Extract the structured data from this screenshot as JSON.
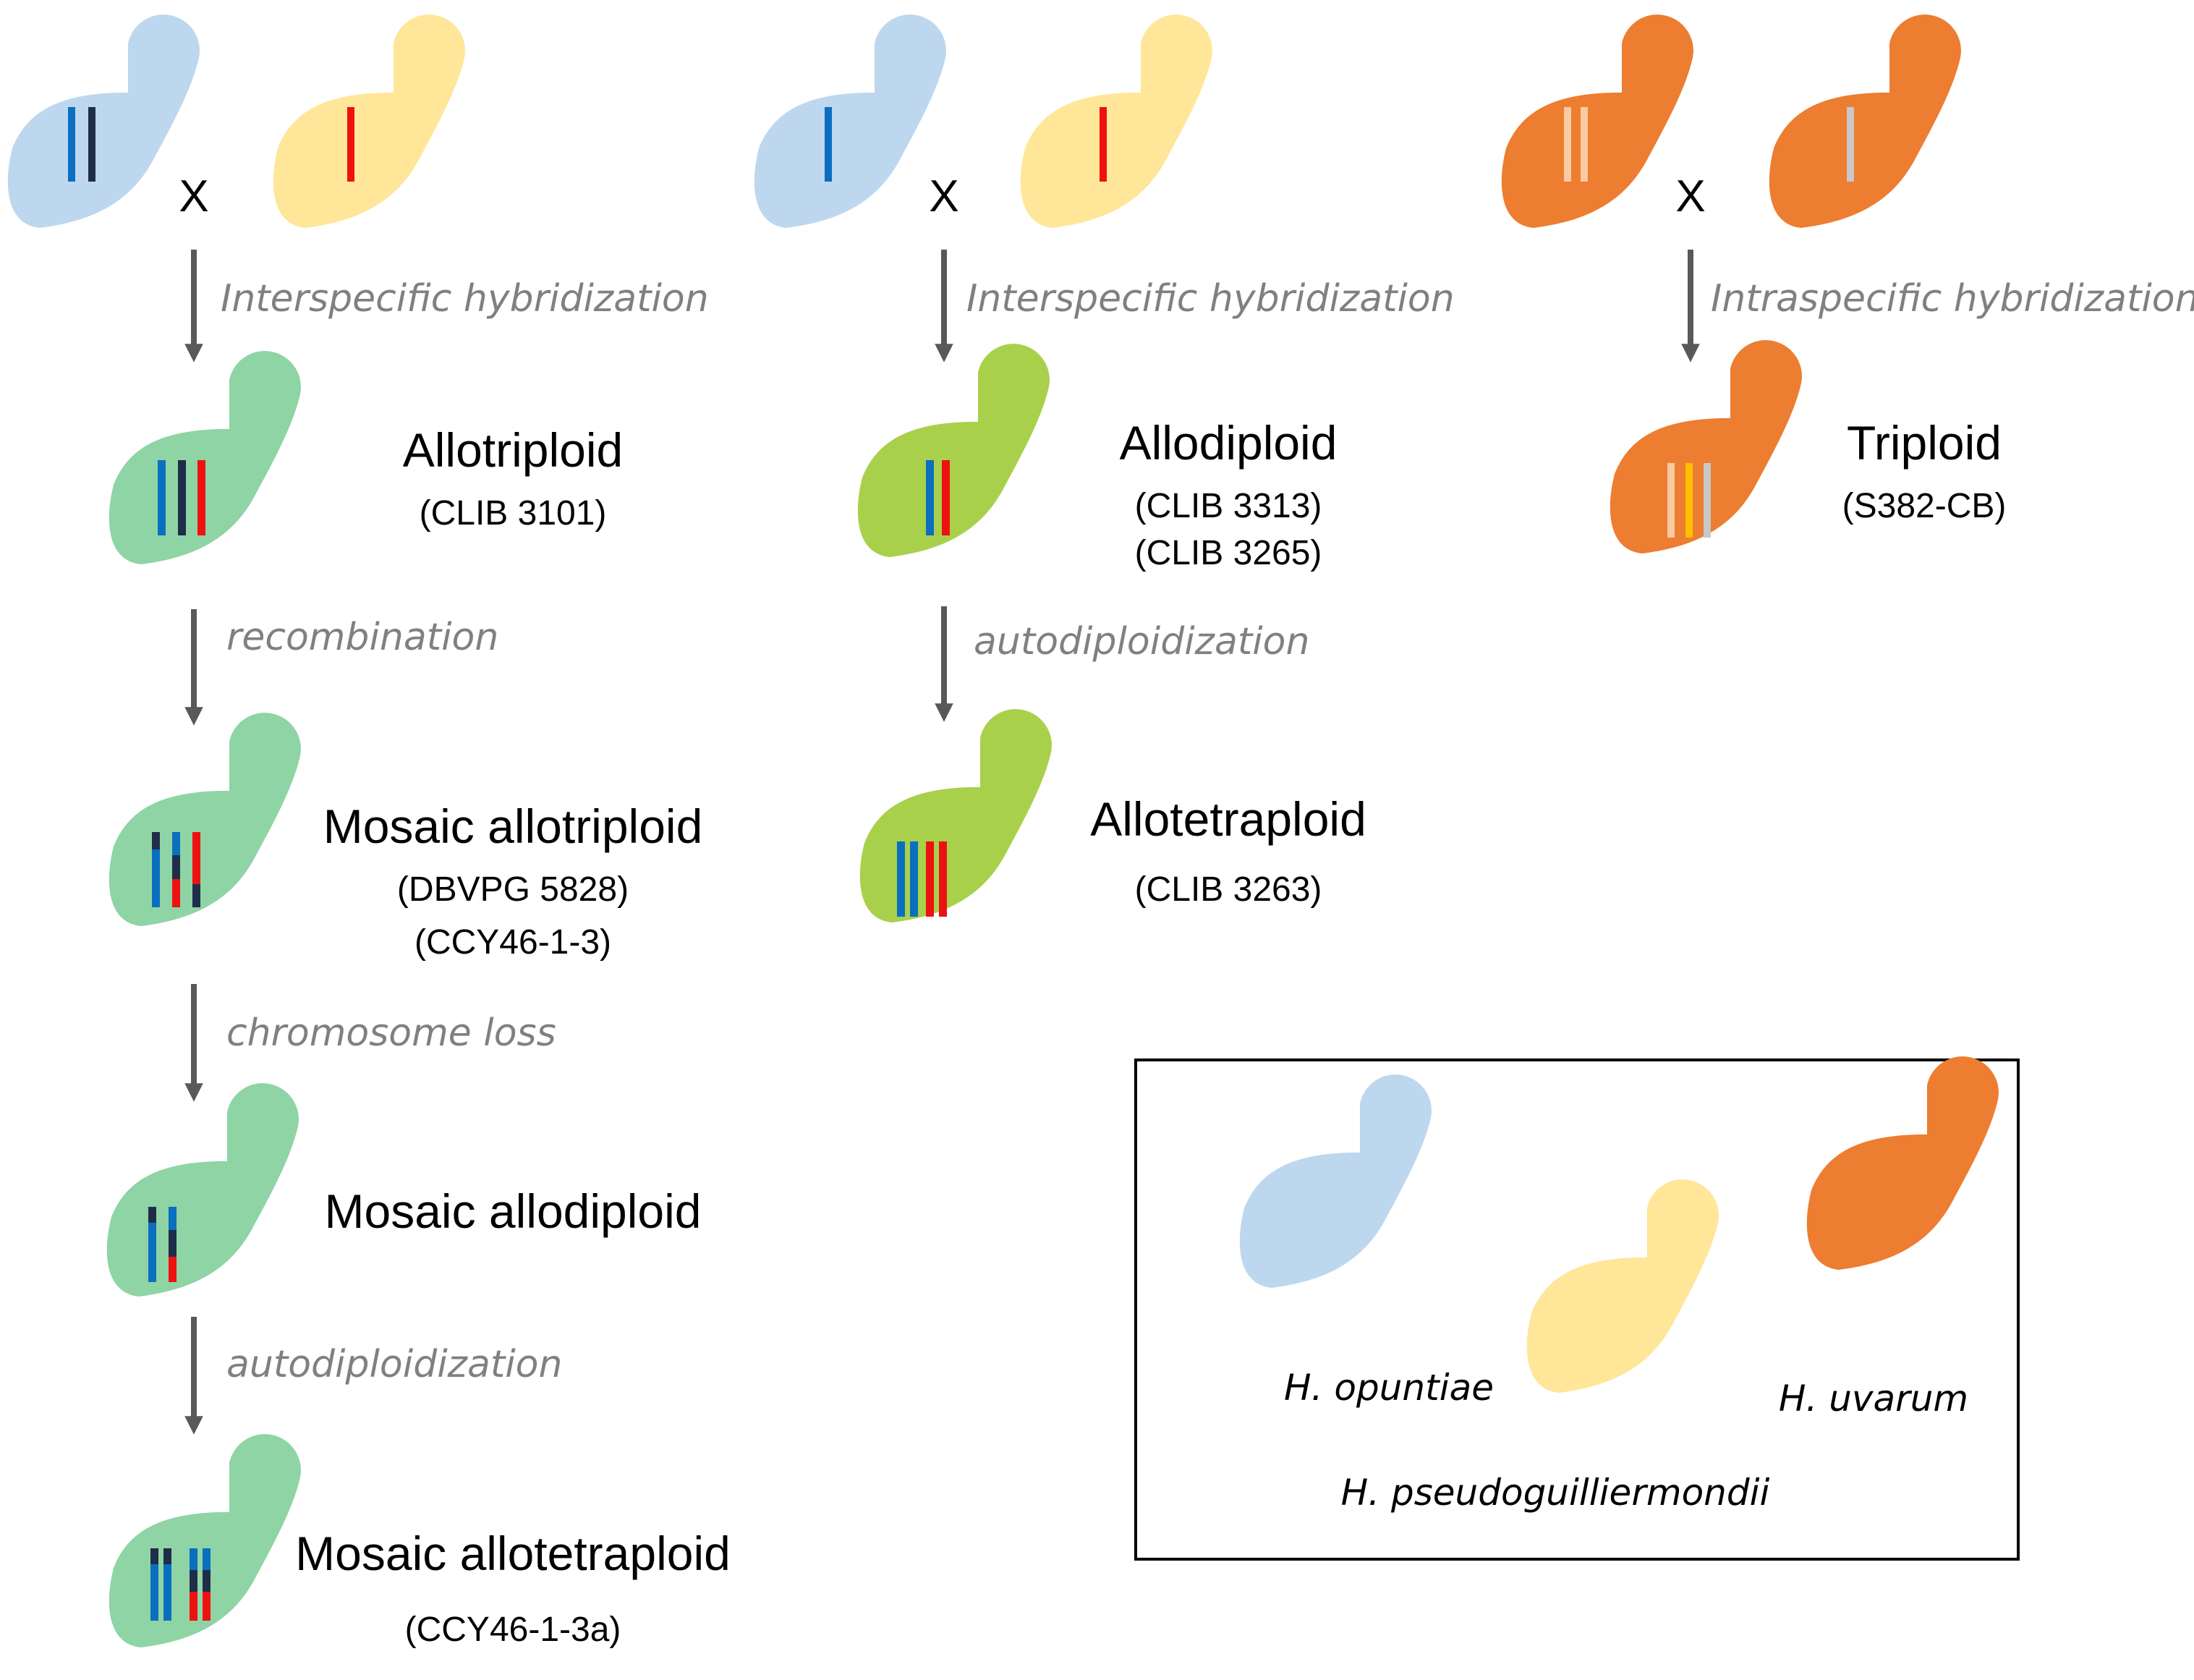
{
  "colors": {
    "h_opuntiae": "#bdd7ee",
    "h_pseudoguilliermondii": "#ffe699",
    "h_uvarum": "#ed7d31",
    "allotriploid_lineage": "#8fd4a5",
    "allodiploid_lineage": "#a9d04b",
    "chrom_blue": "#0b6fbf",
    "chrom_navy": "#1f2d4a",
    "chrom_red": "#ee1111",
    "chrom_uvarum_a": "#f8cba1",
    "chrom_uvarum_b": "#c8c8c8",
    "chrom_yellow": "#ffc000",
    "arrow": "#595959",
    "legend_border": "#000000"
  },
  "cross_symbol": "X",
  "columns": [
    {
      "hybridization_label": "Interspecific hybridization",
      "steps": [
        {
          "title": "Allotriploid",
          "strains": [
            "(CLIB 3101)"
          ]
        },
        {
          "transition": "recombination",
          "title": "Mosaic allotriploid",
          "strains": [
            "(DBVPG 5828)",
            "(CCY46-1-3)"
          ]
        },
        {
          "transition": "chromosome loss",
          "title": "Mosaic allodiploid",
          "strains": []
        },
        {
          "transition": "autodiploidization",
          "title": "Mosaic allotetraploid",
          "strains": [
            "(CCY46-1-3a)"
          ]
        }
      ]
    },
    {
      "hybridization_label": "Interspecific hybridization",
      "steps": [
        {
          "title": "Allodiploid",
          "strains": [
            "(CLIB 3313)",
            "(CLIB 3265)"
          ]
        },
        {
          "transition": "autodiploidization",
          "title": "Allotetraploid",
          "strains": [
            "(CLIB 3263)"
          ]
        }
      ]
    },
    {
      "hybridization_label": "Intraspecific hybridization",
      "steps": [
        {
          "title": "Triploid",
          "strains": [
            "(S382-CB)"
          ]
        }
      ]
    }
  ],
  "legend": {
    "species": [
      {
        "name": "H. opuntiae",
        "color_key": "h_opuntiae"
      },
      {
        "name": "H. pseudoguilliermondii",
        "color_key": "h_pseudoguilliermondii"
      },
      {
        "name": "H. uvarum",
        "color_key": "h_uvarum"
      }
    ]
  }
}
